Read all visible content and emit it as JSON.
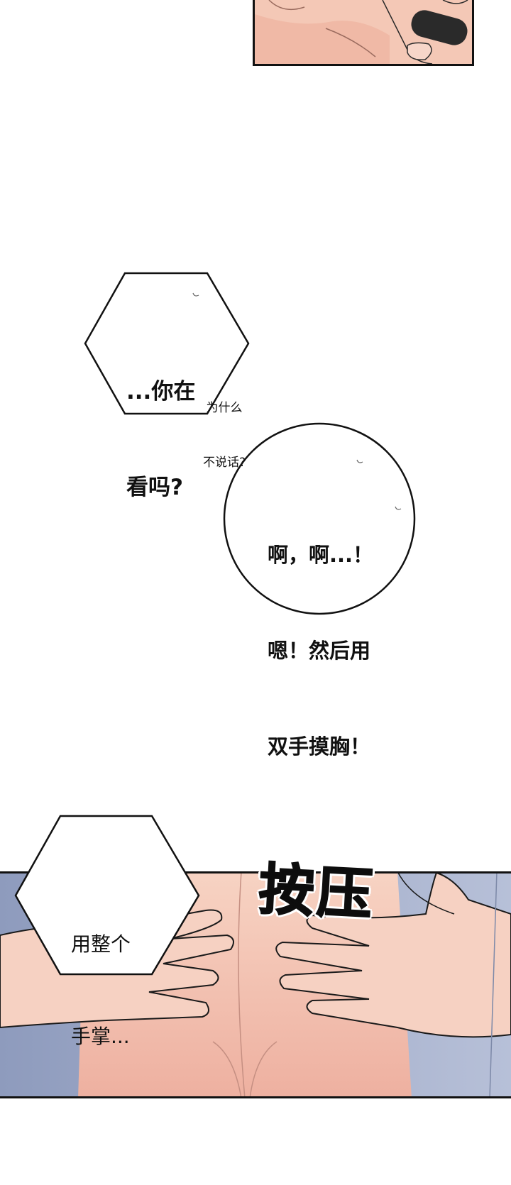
{
  "bubble1": {
    "line1": "...你在",
    "line2": "看吗?"
  },
  "whisper": {
    "line1": "为什么",
    "line2": "不说话?"
  },
  "bubble2": {
    "line1": "啊，啊...！",
    "line2": "嗯！然后用",
    "line3": "双手摸胸！"
  },
  "bubble3": {
    "line1": "用整个",
    "line2": "手掌..."
  },
  "sfx": {
    "text": "按压"
  },
  "colors": {
    "skin": "#f3c5b2",
    "skin_light": "#f8ddd0",
    "shirt": "#9aa6c4",
    "outline": "#111111"
  }
}
